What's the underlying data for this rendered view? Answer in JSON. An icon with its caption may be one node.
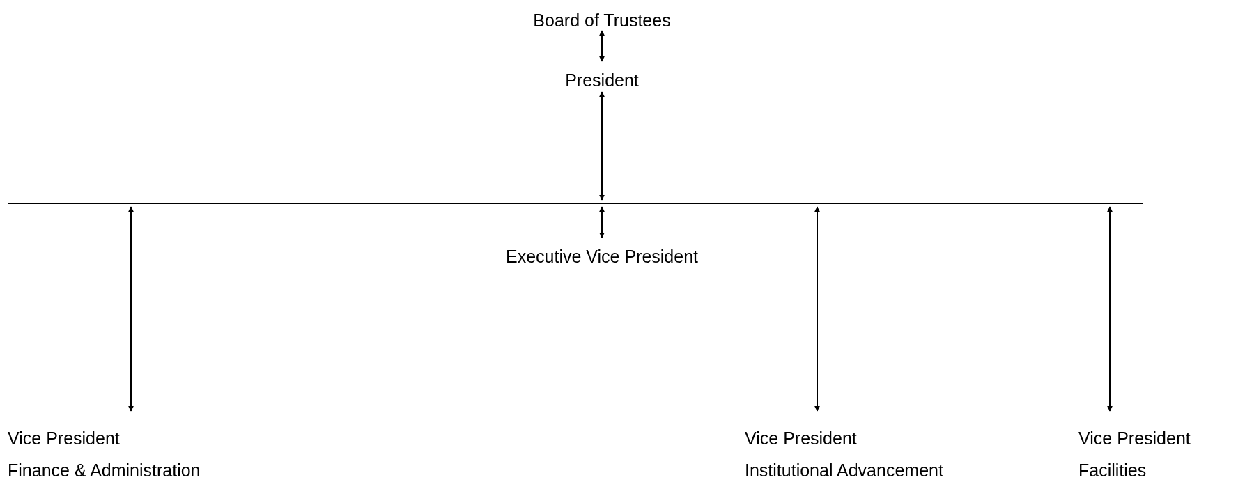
{
  "diagram": {
    "nodes": [
      {
        "text": [
          "Board of Trustees"
        ]
      },
      {
        "text": [
          "President"
        ]
      },
      {
        "text": [],
        "shape": "bar"
      },
      {
        "text": [
          "Executive Vice President"
        ]
      },
      {
        "text": [
          "Vice President",
          "Finance & Administration"
        ]
      },
      {
        "text": [
          "Vice President",
          "Institutional Advancement"
        ]
      },
      {
        "text": [
          "Vice President",
          "Facilities"
        ]
      }
    ],
    "edges": [
      {
        "from": 0,
        "to": 1,
        "arrow": "both"
      },
      {
        "from": 1,
        "to": 2,
        "arrow": "both"
      },
      {
        "from": 2,
        "to": 3,
        "arrow": "both"
      },
      {
        "from": 2,
        "to": 4,
        "arrow": "both"
      },
      {
        "from": 2,
        "to": 5,
        "arrow": "both"
      },
      {
        "from": 2,
        "to": 6,
        "arrow": "both"
      }
    ]
  }
}
